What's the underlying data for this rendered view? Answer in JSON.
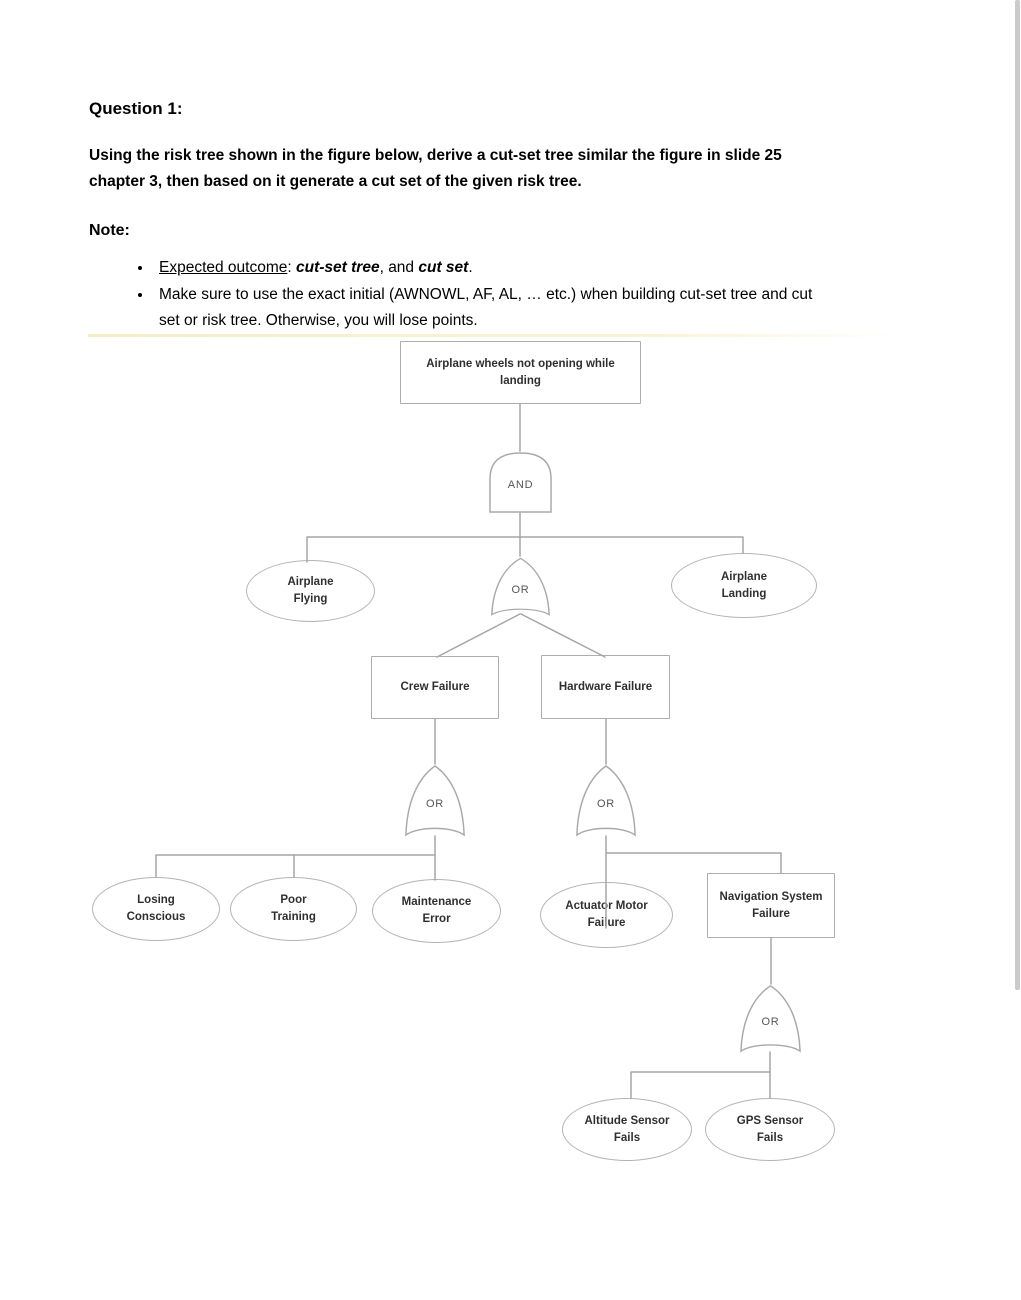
{
  "document": {
    "question_heading": "Question 1:",
    "question_body": "Using the risk tree shown in the figure below, derive a cut-set tree similar the figure in slide 25\nchapter 3, then based on it generate a cut set of the given risk tree.",
    "note_heading": "Note:",
    "bullet1": {
      "underlined": "Expected outcome",
      "colon": ": ",
      "bold_italic_1": "cut-set tree",
      "mid": ", and ",
      "bold_italic_2": "cut set",
      "period": "."
    },
    "bullet2": "Make sure to use the exact initial (AWNOWL, AF, AL, … etc.) when building cut-set tree and cut\nset or risk tree. Otherwise, you will lose points."
  },
  "diagram": {
    "top_event": "Airplane wheels not opening while landing",
    "gates": {
      "and": "AND",
      "or": "OR"
    },
    "events": {
      "airplane_flying": "Airplane Flying",
      "airplane_landing": "Airplane Landing",
      "crew_failure": "Crew Failure",
      "hardware_failure": "Hardware Failure",
      "losing_conscious": "Losing Conscious",
      "poor_training": "Poor Training",
      "maintenance_error": "Maintenance Error",
      "actuator_motor_failure": "Actuator Motor Failure",
      "navigation_system_failure": "Navigation System Failure",
      "altitude_sensor_fails": "Altitude Sensor Fails",
      "gps_sensor_fails": "GPS Sensor Fails"
    },
    "structure": {
      "top_event_gate": "AND",
      "and_inputs": [
        "Airplane Flying",
        "OR gate (Crew Failure, Hardware Failure)",
        "Airplane Landing"
      ],
      "crew_failure_gate": "OR",
      "crew_failure_inputs": [
        "Losing Conscious",
        "Poor Training",
        "Maintenance Error"
      ],
      "hardware_failure_gate": "OR",
      "hardware_failure_inputs": [
        "Actuator Motor Failure",
        "Navigation System Failure"
      ],
      "navigation_system_failure_gate": "OR",
      "navigation_system_failure_inputs": [
        "Altitude Sensor Fails",
        "GPS Sensor Fails"
      ]
    },
    "colors": {
      "connector_line": "#a5a5a5",
      "node_border": "#adadad",
      "node_text": "#2f2f2f",
      "gate_text": "#555555",
      "divider_line": "#f6edc6"
    }
  }
}
